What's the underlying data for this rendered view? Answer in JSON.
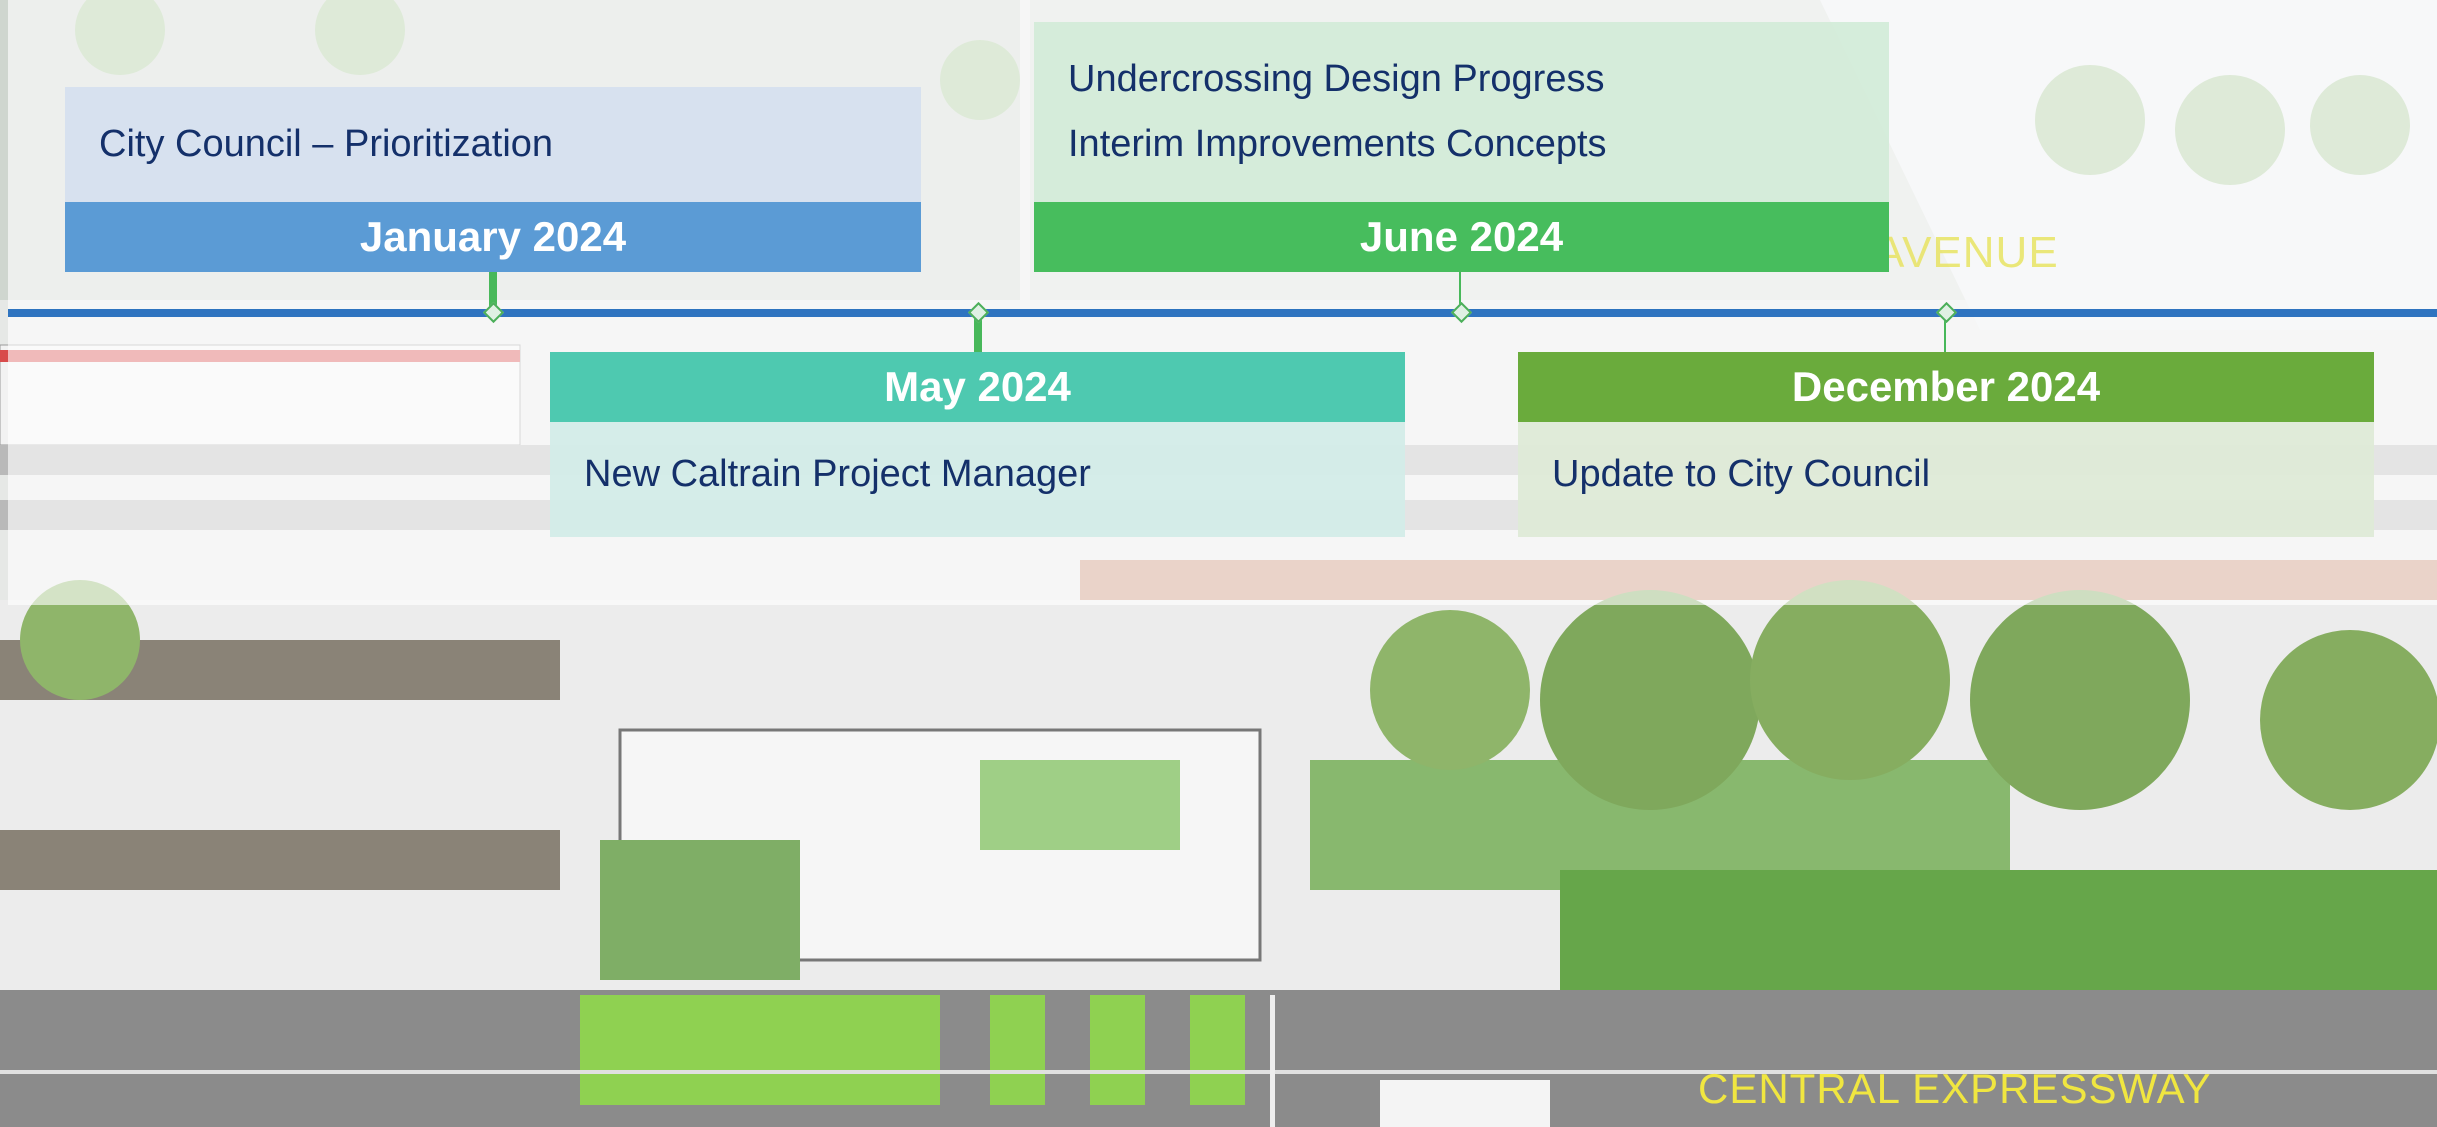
{
  "colors": {
    "timeline": "#2f74c0",
    "january_header": "#5b9bd5",
    "june_header": "#47bd5d",
    "may_header": "#4ec9b0",
    "december_header": "#6aab3c",
    "body_text": "#14306a"
  },
  "background": {
    "street_top_label": "AVENUE",
    "street_bottom_label": "CENTRAL EXPRESSWAY"
  },
  "milestones": [
    {
      "date": "January 2024",
      "items": [
        "City Council – Prioritization"
      ]
    },
    {
      "date": "May 2024",
      "items": [
        "New Caltrain Project Manager"
      ]
    },
    {
      "date": "June 2024",
      "items": [
        "Undercrossing Design Progress",
        "Interim Improvements Concepts"
      ]
    },
    {
      "date": "December 2024",
      "items": [
        "Update to City Council"
      ]
    }
  ]
}
